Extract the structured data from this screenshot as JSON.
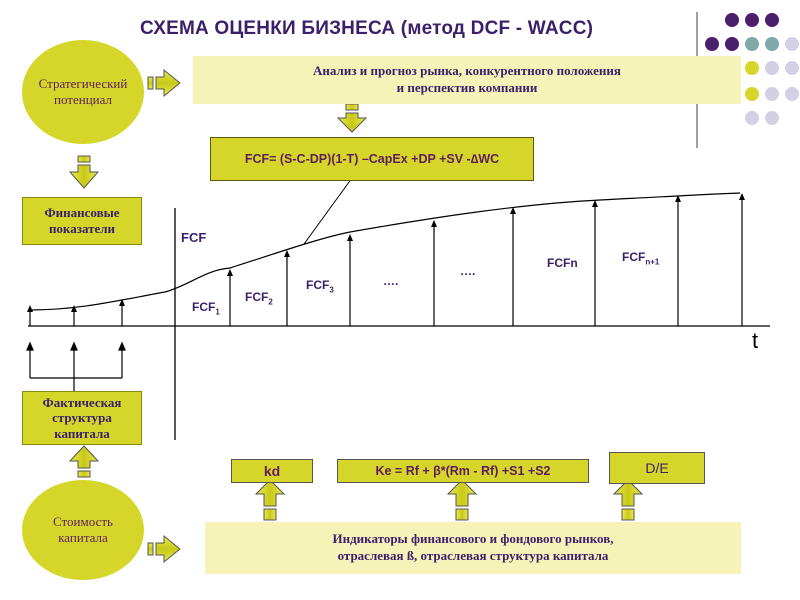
{
  "title": "СХЕМА ОЦЕНКИ БИЗНЕСА (метод DCF - WACC)",
  "strategic_oval": {
    "line1": "Стратегический",
    "line2": "потенциал"
  },
  "market_banner": {
    "line1": "Анализ и прогноз рынка, конкурентного положения",
    "line2": "и перспектив компании"
  },
  "fcf_formula": "FCF= (S-C-DP)(1-T) –CapEx +DP +SV -∆WC",
  "financial_box": {
    "line1": "Финансовые",
    "line2": "показатели"
  },
  "chart": {
    "axis_label": "FCF",
    "time_label": "t",
    "labels": [
      "FCF",
      "FCF",
      "FCF",
      "….",
      "….",
      "FCFn",
      "FCF"
    ],
    "subs": [
      "1",
      "2",
      "3",
      "",
      "",
      "",
      "n+1"
    ]
  },
  "capital_structure_box": {
    "line1": "Фактическая",
    "line2": "структура",
    "line3": "капитала"
  },
  "capital_cost_oval": {
    "line1": "Стоимость",
    "line2": "капитала"
  },
  "kd_box": "kd",
  "ke_box": "Ke = Rf + β*(Rm - Rf) +S1 +S2",
  "de_box": "D/E",
  "indicators_banner": {
    "line1": "Индикаторы финансового и фондового рынков,",
    "line2": "отраслевая ß, отраслевая структура капитала"
  },
  "colors": {
    "olive": "#d6d62a",
    "purple": "#4a1f6e",
    "teal": "#7fa9a9",
    "lavender": "#d3d0e6"
  }
}
